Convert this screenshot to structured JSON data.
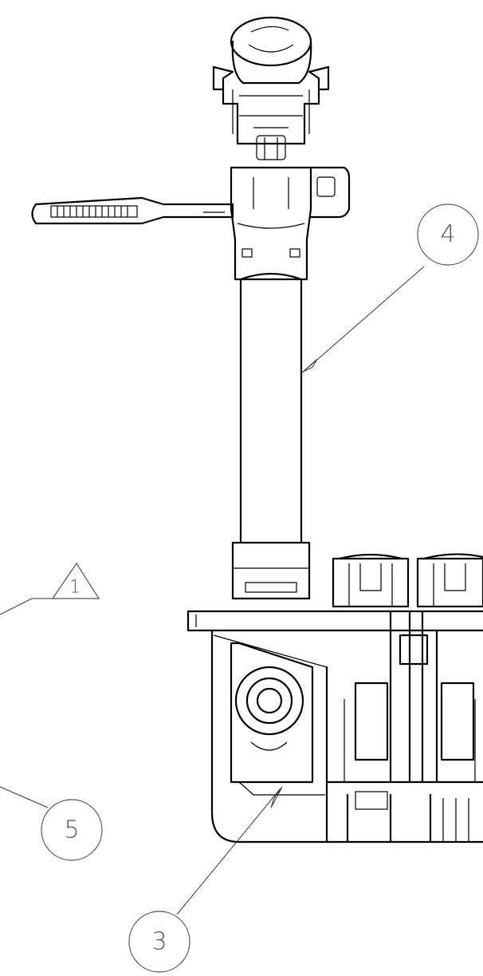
{
  "callouts": [
    {
      "id": "4",
      "label": "4"
    },
    {
      "id": "5",
      "label": "5"
    },
    {
      "id": "3",
      "label": "3"
    }
  ],
  "datum": {
    "label": "1"
  }
}
